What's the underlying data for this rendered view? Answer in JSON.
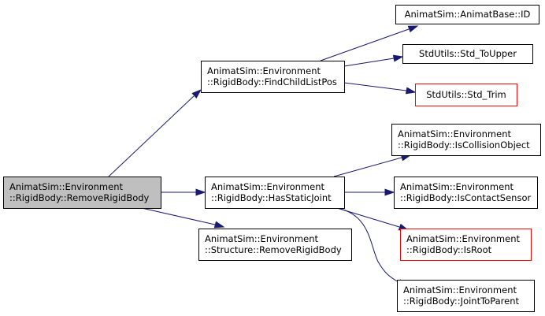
{
  "colors": {
    "edge": "#191970",
    "node_border": "#000000",
    "node_border_truncated": "#ff0000",
    "node_fill": "#ffffff",
    "node_fill_current": "#bfbfbf"
  },
  "nodes": [
    {
      "id": "remove_rigid_body_root",
      "lines": [
        "AnimatSim::Environment",
        "::RigidBody::RemoveRigidBody"
      ],
      "style": "current"
    },
    {
      "id": "find_child_list_pos",
      "lines": [
        "AnimatSim::Environment",
        "::RigidBody::FindChildListPos"
      ],
      "style": "normal"
    },
    {
      "id": "animat_base_id",
      "lines": [
        "AnimatSim::AnimatBase::ID"
      ],
      "style": "normal"
    },
    {
      "id": "std_to_upper",
      "lines": [
        "StdUtils::Std_ToUpper"
      ],
      "style": "normal"
    },
    {
      "id": "std_trim",
      "lines": [
        "StdUtils::Std_Trim"
      ],
      "style": "truncated"
    },
    {
      "id": "has_static_joint",
      "lines": [
        "AnimatSim::Environment",
        "::RigidBody::HasStaticJoint"
      ],
      "style": "normal"
    },
    {
      "id": "is_collision_object",
      "lines": [
        "AnimatSim::Environment",
        "::RigidBody::IsCollisionObject"
      ],
      "style": "normal"
    },
    {
      "id": "is_contact_sensor",
      "lines": [
        "AnimatSim::Environment",
        "::RigidBody::IsContactSensor"
      ],
      "style": "normal"
    },
    {
      "id": "is_root",
      "lines": [
        "AnimatSim::Environment",
        "::RigidBody::IsRoot"
      ],
      "style": "truncated"
    },
    {
      "id": "joint_to_parent",
      "lines": [
        "AnimatSim::Environment",
        "::RigidBody::JointToParent"
      ],
      "style": "normal"
    },
    {
      "id": "structure_remove_rigid_body",
      "lines": [
        "AnimatSim::Environment",
        "::Structure::RemoveRigidBody"
      ],
      "style": "normal"
    }
  ],
  "edges": [
    {
      "from": "remove_rigid_body_root",
      "to": "find_child_list_pos"
    },
    {
      "from": "remove_rigid_body_root",
      "to": "has_static_joint"
    },
    {
      "from": "remove_rigid_body_root",
      "to": "structure_remove_rigid_body"
    },
    {
      "from": "find_child_list_pos",
      "to": "animat_base_id"
    },
    {
      "from": "find_child_list_pos",
      "to": "std_to_upper"
    },
    {
      "from": "find_child_list_pos",
      "to": "std_trim"
    },
    {
      "from": "has_static_joint",
      "to": "is_collision_object"
    },
    {
      "from": "has_static_joint",
      "to": "is_contact_sensor"
    },
    {
      "from": "has_static_joint",
      "to": "is_root"
    },
    {
      "from": "has_static_joint",
      "to": "joint_to_parent"
    }
  ]
}
